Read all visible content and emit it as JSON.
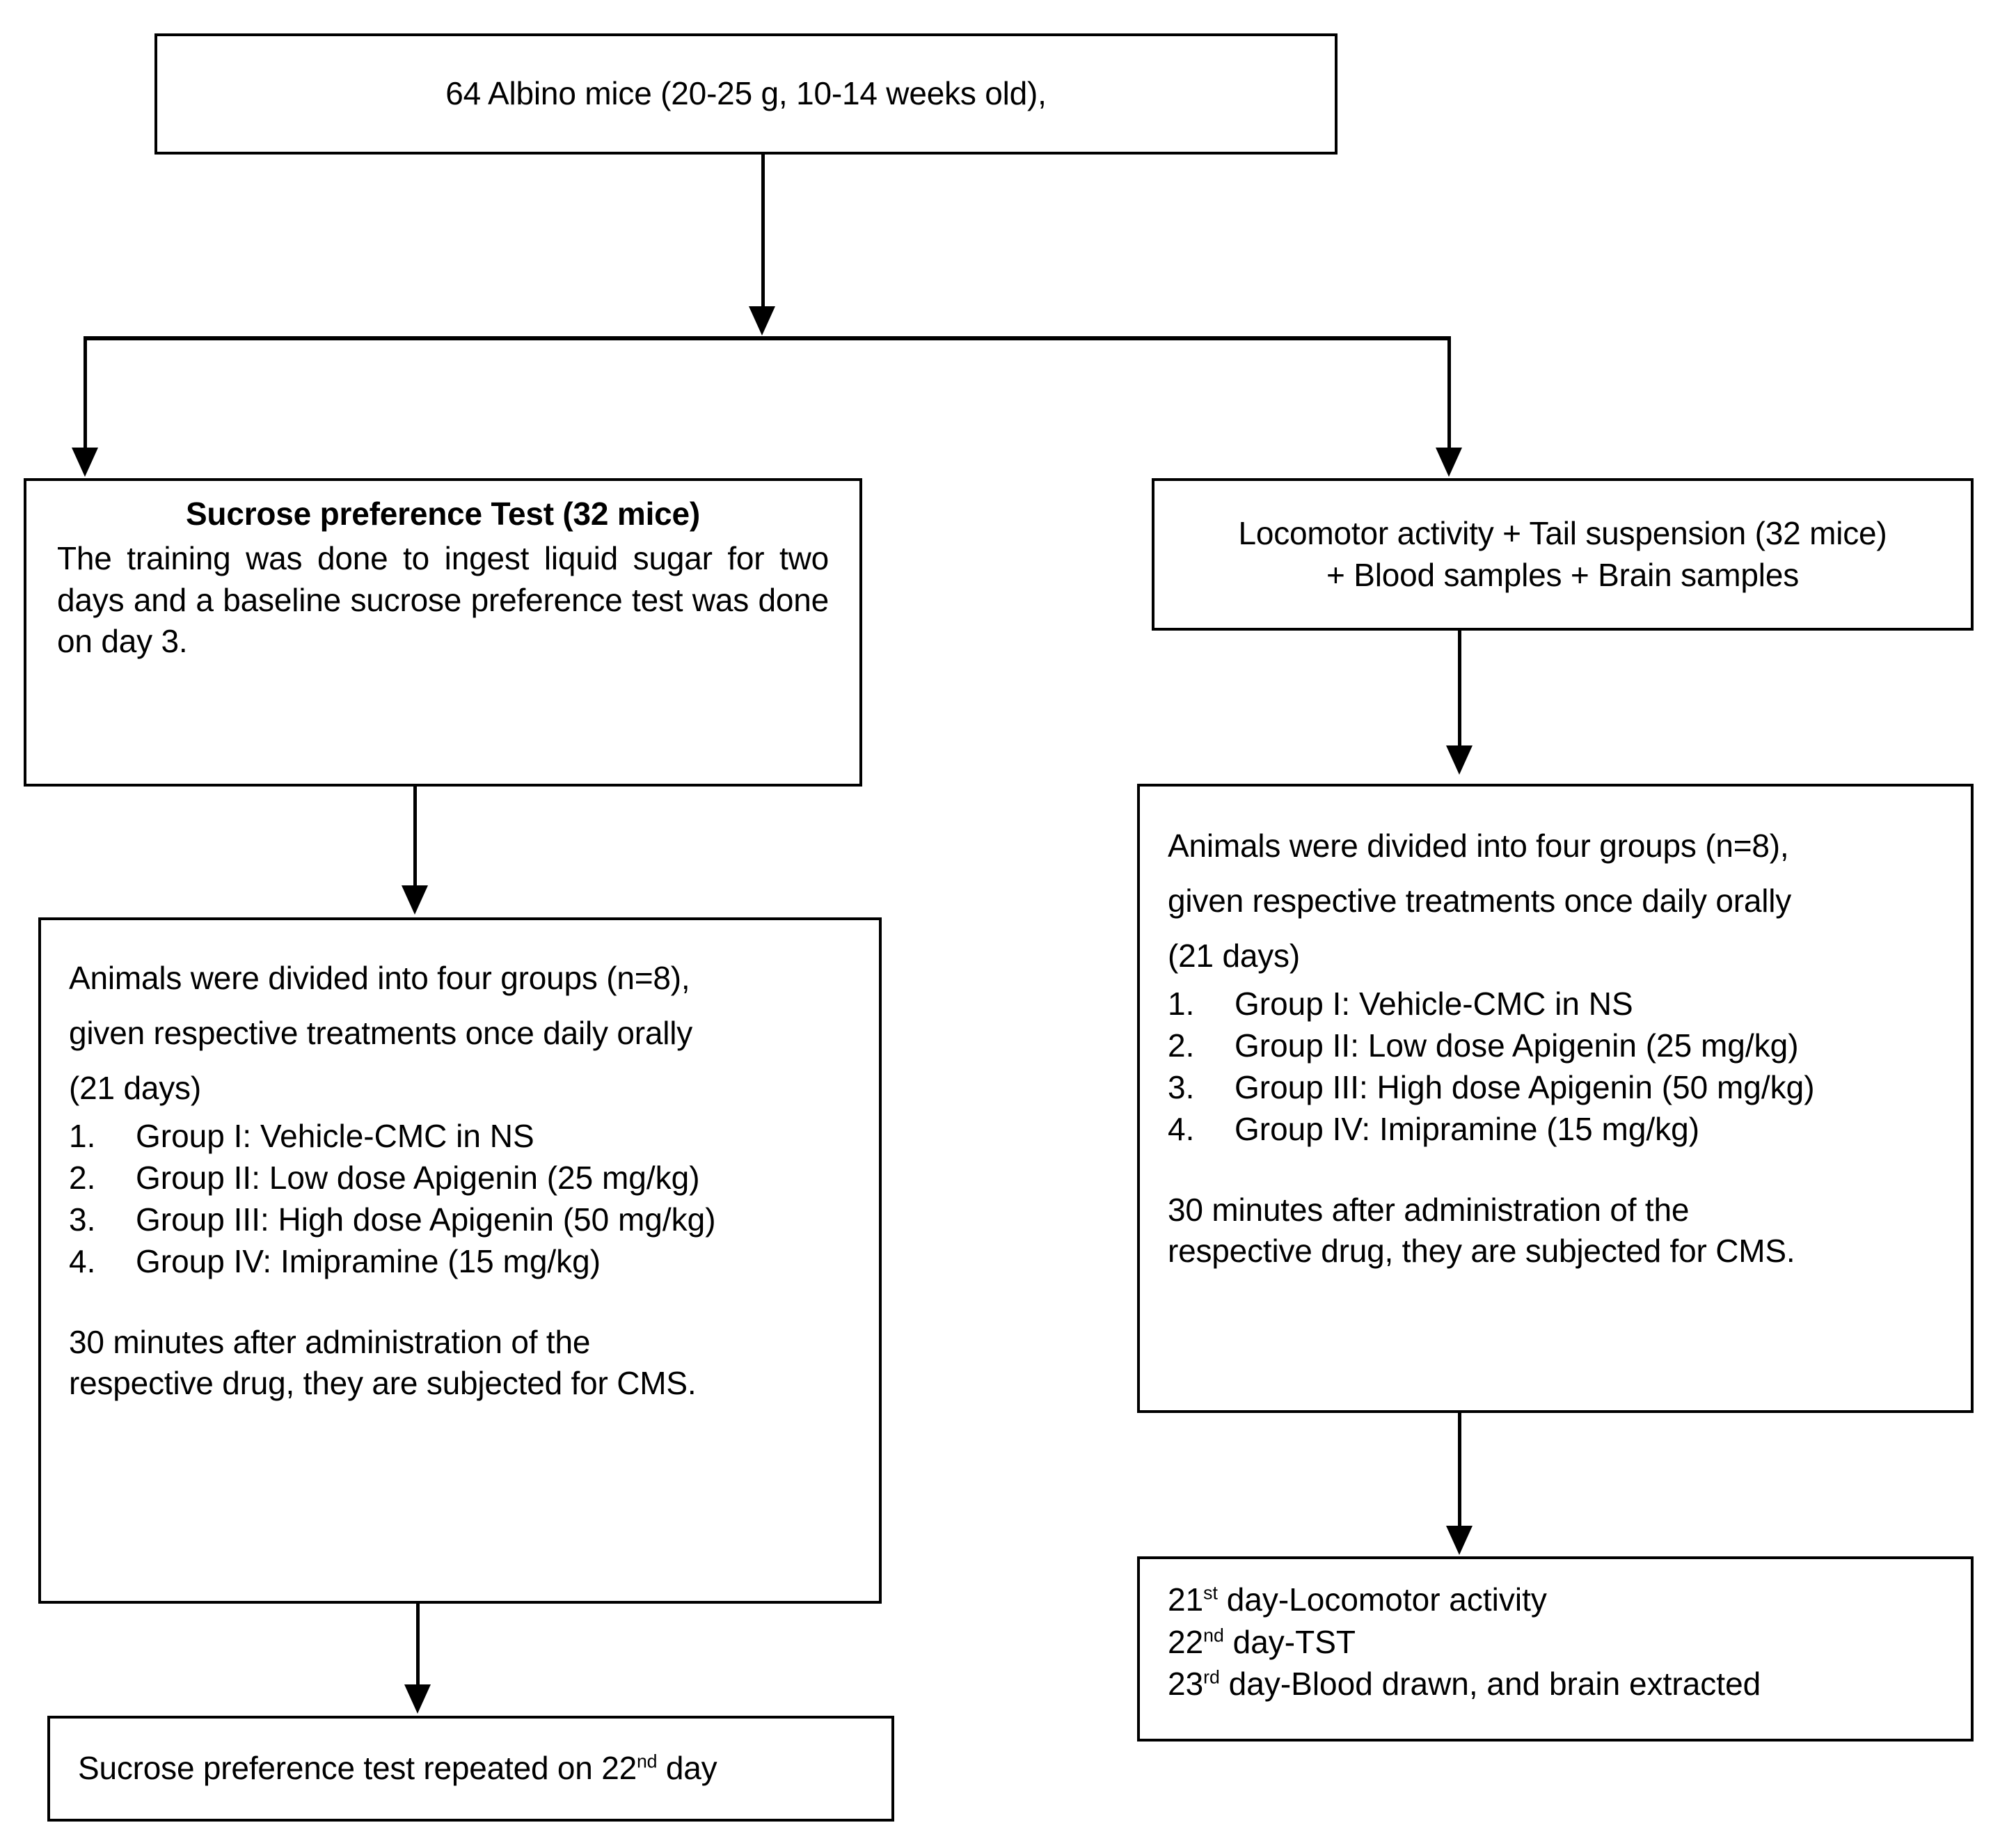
{
  "diagram": {
    "title": "Experimental design flowchart",
    "nodes": {
      "root": {
        "text": "64 Albino mice (20-25 g, 10-14 weeks old),"
      },
      "sucrose_branch": {
        "heading": "Sucrose preference Test (32 mice)",
        "body": "The training was done to ingest liquid sugar for two days and a baseline sucrose preference test was done on day 3."
      },
      "locomotor_branch": {
        "line1": "Locomotor activity + Tail suspension (32 mice)",
        "line2": "+ Blood samples + Brain samples"
      },
      "sucrose_groups": {
        "intro_line1": "Animals were divided into four groups (n=8),",
        "intro_line2": "given respective treatments once daily orally",
        "intro_line3": "(21 days)",
        "groups": [
          {
            "num": "1.",
            "label": "Group I: Vehicle-CMC in NS"
          },
          {
            "num": "2.",
            "label": "Group II: Low dose Apigenin (25 mg/kg)"
          },
          {
            "num": "3.",
            "label": "Group III: High dose Apigenin (50 mg/kg)"
          },
          {
            "num": "4.",
            "label": "Group IV: Imipramine (15 mg/kg)"
          }
        ],
        "footer_line1": "30 minutes after administration of the",
        "footer_line2": "respective drug, they are subjected for CMS."
      },
      "locomotor_groups": {
        "intro_line1": "Animals were divided into four groups (n=8),",
        "intro_line2": "given respective treatments once daily orally",
        "intro_line3": "(21 days)",
        "groups": [
          {
            "num": "1.",
            "label": "Group I: Vehicle-CMC in NS"
          },
          {
            "num": "2.",
            "label": "Group II: Low dose Apigenin (25 mg/kg)"
          },
          {
            "num": "3.",
            "label": "Group III: High dose Apigenin (50 mg/kg)"
          },
          {
            "num": "4.",
            "label": "Group IV: Imipramine (15 mg/kg)"
          }
        ],
        "footer_line1": "30 minutes after administration of the",
        "footer_line2": "respective drug, they are subjected for CMS."
      },
      "sucrose_repeat": {
        "prefix": "Sucrose preference test repeated on 22",
        "sup": "nd",
        "suffix": " day"
      },
      "outcomes": {
        "rows": [
          {
            "day": "21",
            "sup": "st",
            "text": " day-Locomotor activity"
          },
          {
            "day": "22",
            "sup": "nd",
            "text": " day-TST"
          },
          {
            "day": "23",
            "sup": "rd",
            "text": " day-Blood drawn, and brain extracted"
          }
        ]
      }
    },
    "colors": {
      "stroke": "#000000",
      "background": "#ffffff",
      "text": "#000000"
    }
  }
}
